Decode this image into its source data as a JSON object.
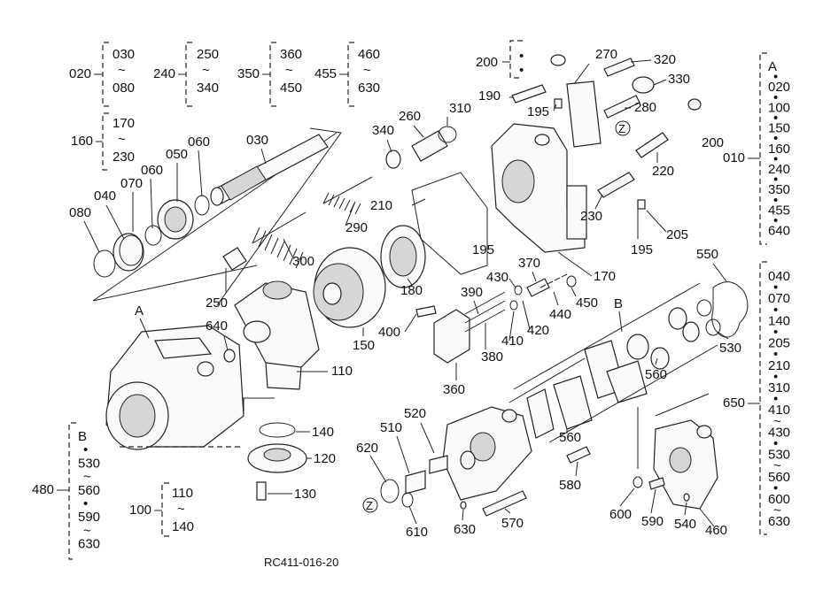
{
  "drawing_code": "RC411-016-20",
  "groups": [
    {
      "key": "g020",
      "label": "020",
      "items": [
        "030",
        "~",
        "080"
      ]
    },
    {
      "key": "g240",
      "label": "240",
      "items": [
        "250",
        "~",
        "340"
      ]
    },
    {
      "key": "g350",
      "label": "350",
      "items": [
        "360",
        "~",
        "450"
      ]
    },
    {
      "key": "g455",
      "label": "455",
      "items": [
        "460",
        "~",
        "630"
      ]
    },
    {
      "key": "g160",
      "label": "160",
      "items": [
        "170",
        "~",
        "230"
      ]
    },
    {
      "key": "g200",
      "label": "200",
      "items": [
        "•",
        "•"
      ]
    },
    {
      "key": "g010",
      "label": "010",
      "items": [
        "A",
        "•",
        "020",
        "•",
        "100",
        "•",
        "150",
        "•",
        "160",
        "•",
        "240",
        "•",
        "350",
        "•",
        "455",
        "•",
        "640"
      ]
    },
    {
      "key": "g650",
      "label": "650",
      "items": [
        "040",
        "•",
        "070",
        "•",
        "140",
        "•",
        "205",
        "•",
        "210",
        "•",
        "310",
        "•",
        "410",
        "~",
        "430",
        "•",
        "530",
        "~",
        "560",
        "•",
        "600",
        "~",
        "630"
      ]
    },
    {
      "key": "g480",
      "label": "480",
      "items": [
        "B",
        "•",
        "530",
        "~",
        "560",
        "•",
        "590",
        "~",
        "630"
      ]
    },
    {
      "key": "g100",
      "label": "100",
      "items": [
        "110",
        "~",
        "140"
      ]
    }
  ],
  "callouts": [
    "030",
    "040",
    "050",
    "060",
    "060",
    "070",
    "080",
    "110",
    "120",
    "130",
    "140",
    "150",
    "170",
    "180",
    "190",
    "195",
    "195",
    "195",
    "200",
    "205",
    "210",
    "220",
    "230",
    "250",
    "260",
    "270",
    "280",
    "290",
    "300",
    "310",
    "320",
    "330",
    "340",
    "360",
    "370",
    "380",
    "390",
    "400",
    "410",
    "420",
    "430",
    "440",
    "450",
    "460",
    "510",
    "520",
    "530",
    "540",
    "550",
    "560",
    "560",
    "570",
    "580",
    "590",
    "600",
    "610",
    "620",
    "630",
    "640"
  ],
  "markers": {
    "a": "A",
    "b": "B",
    "z": "Z"
  }
}
